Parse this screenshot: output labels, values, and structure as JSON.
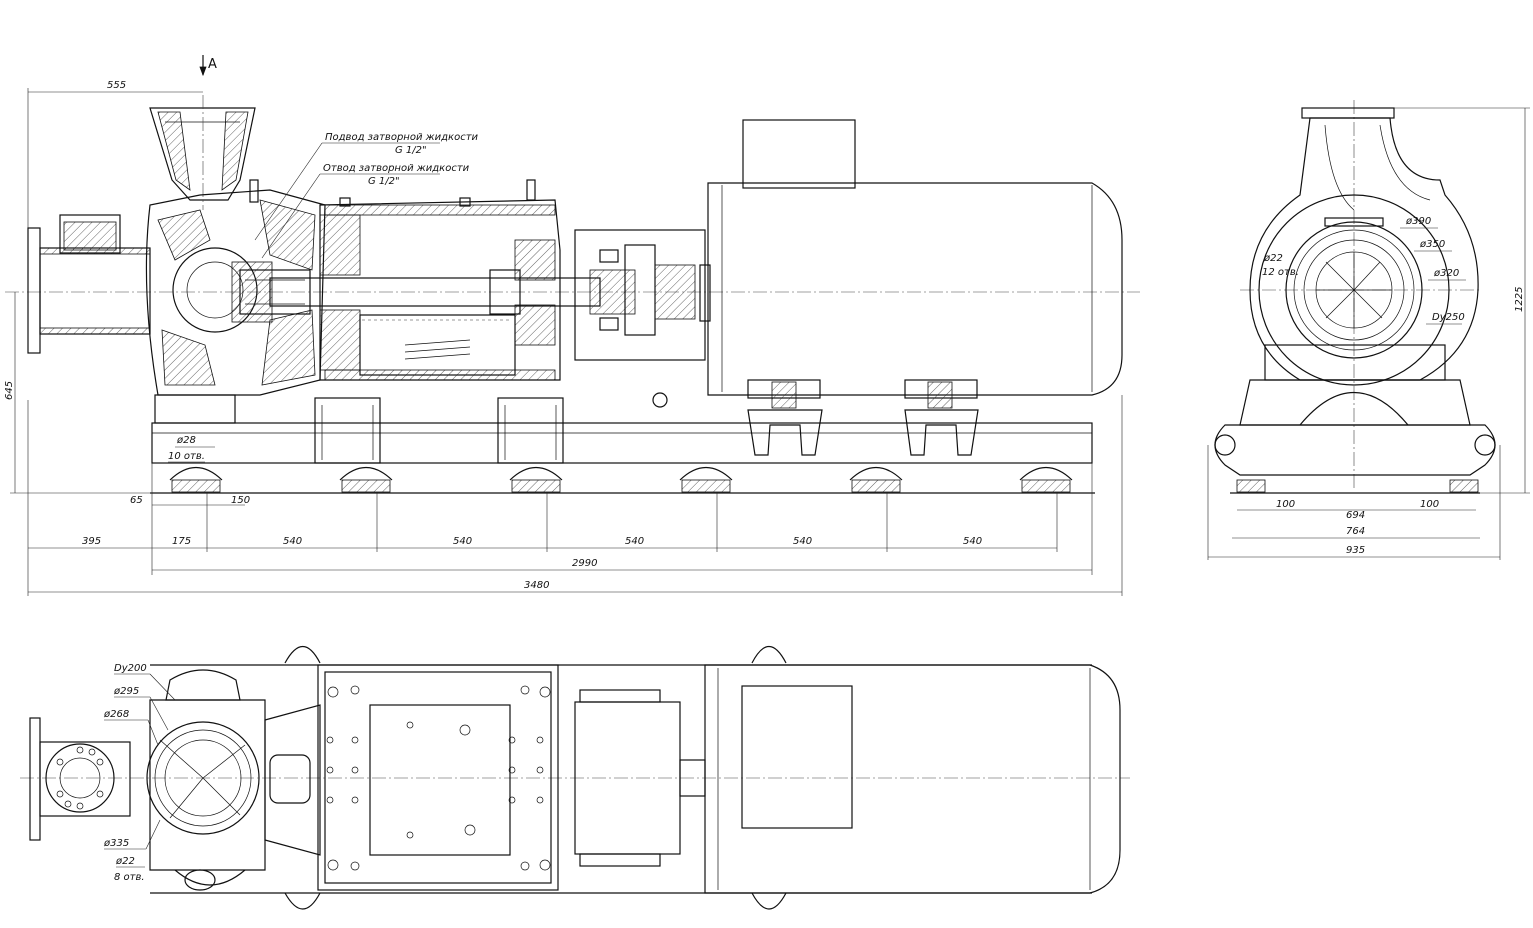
{
  "view_marker": "A",
  "callouts": {
    "seal_supply": "Подвод затворной жидкости",
    "seal_supply_thread": "G 1/2\"",
    "seal_return": "Отвод затворной жидкости",
    "seal_return_thread": "G 1/2\""
  },
  "front_view": {
    "dim_top": "555",
    "dim_height": "645",
    "hole_dia": "ø28",
    "hole_count": "10 отв.",
    "dim_65": "65",
    "dim_150": "150",
    "pitch": [
      "395",
      "175",
      "540",
      "540",
      "540",
      "540",
      "540"
    ],
    "frame_length": "2990",
    "overall_length": "3480"
  },
  "side_view": {
    "d390": "ø390",
    "d350": "ø350",
    "d320": "ø320",
    "dy250": "Dy250",
    "hole_dia": "ø22",
    "hole_count": "12 отв.",
    "height": "1225",
    "left_100": "100",
    "right_100": "100",
    "w694": "694",
    "w764": "764",
    "w935": "935"
  },
  "top_view": {
    "dy200": "Dy200",
    "d295": "ø295",
    "d268": "ø268",
    "d335": "ø335",
    "hole_dia": "ø22",
    "hole_count": "8 отв."
  }
}
